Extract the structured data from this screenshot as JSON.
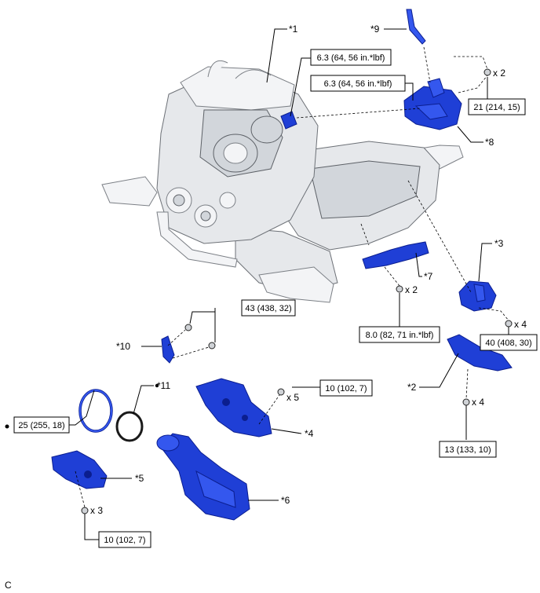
{
  "parts": {
    "p1": "*1",
    "p2": "*2",
    "p3": "*3",
    "p4": "*4",
    "p5": "*5",
    "p6": "*6",
    "p7": "*7",
    "p8": "*8",
    "p9": "*9",
    "p10": "*10",
    "p11": "*11"
  },
  "torques": {
    "t_top1": "6.3 (64, 56 in.*lbf)",
    "t_top2": "6.3 (64, 56 in.*lbf)",
    "t_upper_right": "21 (214, 15)",
    "t_mid": "8.0 (82, 71 in.*lbf)",
    "t_right_mid": "40 (408, 30)",
    "t_left_mid": "43 (438, 32)",
    "t_center": "10 (102, 7)",
    "t_left": "25 (255, 18)",
    "t_right_low": "13 (133, 10)",
    "t_bottom": "10 (102, 7)"
  },
  "quantities": {
    "q_upper_right": "x 2",
    "q_mid": "x 2",
    "q_right_mid": "x 4",
    "q_center": "x 5",
    "q_right_low": "x 4",
    "q_bottom": "x 3"
  },
  "corner_code": "C",
  "colors": {
    "part_blue": "#1f3fd6",
    "engine_gray": "#e6e8eb",
    "line": "#000000"
  }
}
